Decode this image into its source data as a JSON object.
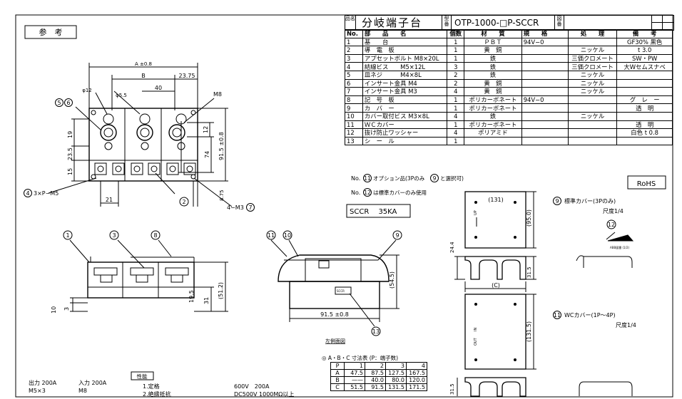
{
  "title_block": {
    "name_label": "品名",
    "name": "分岐端子台",
    "model_label": "型番",
    "model": "OTP-1000-□P-SCCR",
    "drawing_label": "図番"
  },
  "parts_table": {
    "headers": [
      "No.",
      "部　　品　　名",
      "個数",
      "材　　質",
      "規　　格",
      "処　　理",
      "備　　考"
    ],
    "rows": [
      [
        "1",
        "基　　台",
        "1",
        "ＰＢＴ",
        "94V−0",
        "",
        "GF30% 黒色"
      ],
      [
        "2",
        "導　電　板",
        "1",
        "黄　銅",
        "",
        "ニッケル",
        "t 3.0"
      ],
      [
        "3",
        "アプセットボルト M8×20L",
        "1",
        "鉄",
        "",
        "三価クロメート",
        "SW・PW"
      ],
      [
        "4",
        "結線ビス　　M5×12L",
        "3",
        "鉄",
        "",
        "三価クロメート",
        "大Wセムスナベ"
      ],
      [
        "5",
        "皿ネジ　　　M4×8L",
        "2",
        "鉄",
        "",
        "ニッケル",
        ""
      ],
      [
        "6",
        "インサート金具 M4",
        "2",
        "黄　銅",
        "",
        "ニッケル",
        ""
      ],
      [
        "7",
        "インサート金具 M3",
        "4",
        "黄　銅",
        "",
        "ニッケル",
        ""
      ],
      [
        "8",
        "記　号　板",
        "1",
        "ポリカーボネート",
        "94V−0",
        "",
        "グ　レ　ー"
      ],
      [
        "9",
        "カ　バ　ー",
        "1",
        "ポリカーボネート",
        "",
        "",
        "透　明"
      ],
      [
        "10",
        "カバー取付ビス M3×8L",
        "4",
        "鉄",
        "",
        "ニッケル",
        ""
      ],
      [
        "11",
        "ＷＣカバー",
        "1",
        "ポリカーボネート",
        "",
        "",
        "透　明"
      ],
      [
        "12",
        "抜け防止ワッシャー",
        "4",
        "ポリアミド",
        "",
        "",
        "白色 t 0.8"
      ],
      [
        "13",
        "シ　ー　ル",
        "1",
        "",
        "",
        "",
        ""
      ]
    ]
  },
  "notes": {
    "sanko": "参　考",
    "option_prefix": "No.",
    "option_num": "11",
    "option_text": "オプション品(3Pのみ",
    "option_num2": "9",
    "option_text2": "と選択可)",
    "std_prefix": "No.",
    "std_num": "12",
    "std_text": "は標準カバーのみ使用",
    "sccr": "SCCR　 35KA",
    "rohs": "RoHS",
    "dim_131": "(131)",
    "cover_std": "標準カバー(3Pのみ)",
    "cover_std_num": "9",
    "scale1": "尺度1/4",
    "wc_num": "11",
    "wc_cover": "WCカバー(1P〜4P)",
    "scale2": "尺度1/4",
    "side_view": "左側面図",
    "c_label": "(C)",
    "up_label": "UP",
    "in_label": "IN",
    "out_label": "OUT",
    "small_label": "ABB図番 (1/2)",
    "sticker_label": "SCCR"
  },
  "dimensions": {
    "a": "A ±0.8",
    "b": "B",
    "d2375": "23.75",
    "d40": "40",
    "phi55": "φ5.5",
    "phi12": "φ12",
    "m8": "M8",
    "d12": "12",
    "d74": "74",
    "d915v": "91.5 ±0.8",
    "d19": "19",
    "d235": "23.5",
    "d15": "15",
    "d21": "21",
    "d875": "8.75",
    "m3": "4−M3",
    "m3num": "7",
    "m5": "3×P−M5",
    "m5num": "4",
    "d56a": "5",
    "d56b": "6",
    "d512": "(51.2)",
    "d31": "31",
    "d195": "19.5",
    "d10": "10",
    "d3": "3",
    "d545": "(54.5)",
    "d915h": "91.5 ±0.8",
    "d950": "(95.0)",
    "d244": "24.4",
    "d315a": "31.5",
    "d1315": "(131.5)",
    "d315b": "31.5"
  },
  "callouts": [
    "1",
    "2",
    "3",
    "8",
    "9",
    "10",
    "11",
    "12",
    "13"
  ],
  "bottom": {
    "output": "出力 200A",
    "output_screw": "M5×3",
    "input": "入力 200A",
    "input_screw": "M8",
    "perf_label": "性能",
    "perf1": "1.定格",
    "perf2": "2.絶縁抵抗",
    "val1": "600V　200A",
    "val2": "DC500V 1000MΩ以上"
  },
  "dim_table": {
    "title": "◎ A・B・C 寸法表 (P：端子数)",
    "header": [
      "P",
      "1",
      "2",
      "3",
      "4"
    ],
    "rows": [
      [
        "A",
        "47.5",
        "87.5",
        "127.5",
        "167.5"
      ],
      [
        "B",
        "——",
        "40.0",
        "80.0",
        "120.0"
      ],
      [
        "C",
        "51.5",
        "91.5",
        "131.5",
        "171.5"
      ]
    ]
  }
}
